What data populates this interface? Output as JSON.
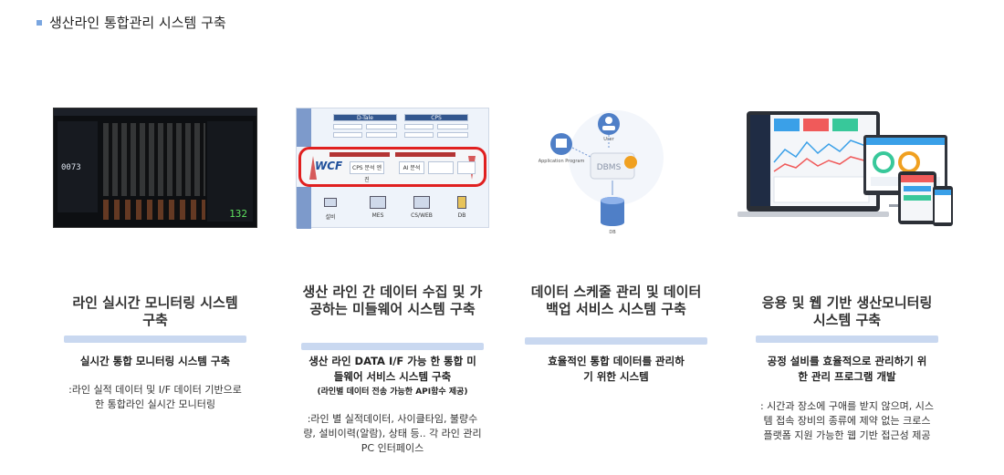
{
  "header": {
    "title": "생산라인 통합관리 시스템 구축"
  },
  "columns": [
    {
      "title": "라인 실시간 모니터링 시스템 구축",
      "subtitle": "실시간 통합 모니터링 시스템 구축",
      "desc": ":라인 실적 데이터 및 I/F 데이터 기반으로 한 통합라인 실시간 모니터링",
      "thumb": {
        "number": "132",
        "num2": "0073"
      }
    },
    {
      "title": "생산 라인 간 데이터 수집 및 가공하는 미들웨어 시스템 구축",
      "subtitle": "생산 라인 DATA I/F 가능 한 통합 미들웨어 서비스 시스템 구축",
      "subtitle_small": "(라인별 데이터 전송 가능한 API함수 제공)",
      "desc": ":라인 별 실적데이터, 사이클타임, 불량수량, 설비이력(알람), 상태 등.. 각 라인 관리 PC 인터페이스",
      "thumb": {
        "d_tale": "D-Tale",
        "cps": "CPS",
        "wcf": "WCF",
        "cps_analysis": "CPS 분석 엔진",
        "ai": "AI 분석",
        "mes": "MES",
        "cs_web": "CS/WEB",
        "db": "DB",
        "equip": "설비"
      }
    },
    {
      "title": "데이터 스케줄 관리 및 데이터 백업 서비스 시스템 구축",
      "subtitle": "효율적인 통합 데이터를 관리하기 위한 시스템",
      "desc": "",
      "thumb": {
        "dbms": "DBMS",
        "user": "User",
        "app": "Application Program",
        "db": "DB"
      }
    },
    {
      "title": "응용 및 웹 기반 생산모니터링 시스템 구축",
      "subtitle": "공정 설비를 효율적으로 관리하기 위한 관리 프로그램 개발",
      "desc": ": 시간과 장소에 구애를 받지 않으며, 시스템 접속 장비의 종류에 제약 없는 크로스 플랫폼 지원 가능한 웹 기반 접근성 제공",
      "thumb": {}
    }
  ],
  "colors": {
    "accent": "#c9d8f0",
    "bullet": "#7aa6e0",
    "highlight": "#e02020"
  }
}
